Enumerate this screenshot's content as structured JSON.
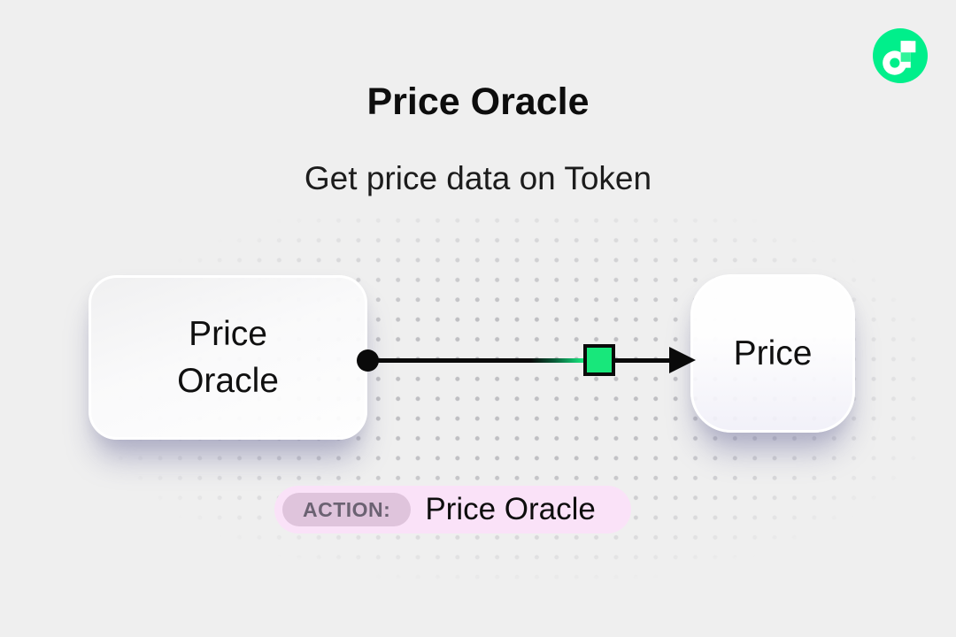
{
  "header": {
    "title": "Price Oracle",
    "subtitle": "Get price data on Token"
  },
  "logo": {
    "icon": "flow-logo",
    "brand_green": "#00EF8B"
  },
  "diagram": {
    "source_node": {
      "label": "Price Oracle"
    },
    "target_node": {
      "label": "Price"
    },
    "connector": {
      "style": "black-arrow-right",
      "marker_shape": "square",
      "marker_color": "#18E77B"
    }
  },
  "action_badge": {
    "label": "ACTION:",
    "value": "Price Oracle",
    "bg": "#FAE2F8",
    "label_bg": "#DFC4DC",
    "label_color": "#6B6272"
  },
  "colors": {
    "background": "#EFEFEF",
    "text": "#111111"
  }
}
